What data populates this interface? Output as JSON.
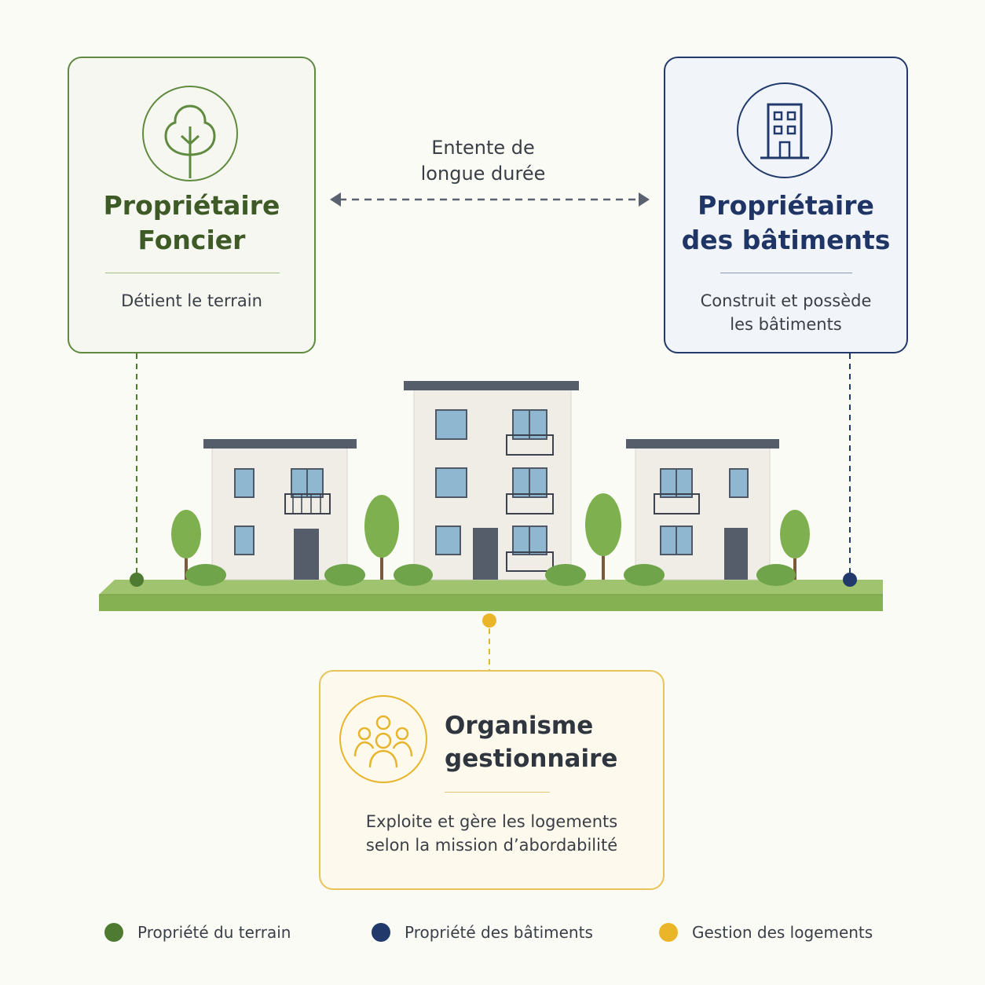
{
  "connector": {
    "label_lines": [
      "Entente de",
      "longue durée"
    ]
  },
  "land_owner": {
    "icon": "tree-icon",
    "title_lines": [
      "Propriétaire",
      "Foncier"
    ],
    "description_lines": [
      "Détient le terrain"
    ],
    "color": "#5f8a3f",
    "title_color": "#3e5a26"
  },
  "building_owner": {
    "icon": "building-icon",
    "title_lines": [
      "Propriétaire",
      "des bâtiments"
    ],
    "description_lines": [
      "Construit et possède",
      "les bâtiments"
    ],
    "color": "#213a6b",
    "title_color": "#1f3566"
  },
  "manager": {
    "icon": "people-group-icon",
    "title_lines": [
      "Organisme",
      "gestionnaire"
    ],
    "description_lines": [
      "Exploite et gère les logements",
      "selon la mission d’abordabilité"
    ],
    "color": "#e7b52b",
    "title_color": "#2f3640"
  },
  "legend": [
    {
      "label": "Propriété du terrain",
      "color": "#4f7a31"
    },
    {
      "label": "Propriété des bâtiments",
      "color": "#213a6b"
    },
    {
      "label": "Gestion des logements",
      "color": "#ebb52a"
    }
  ]
}
